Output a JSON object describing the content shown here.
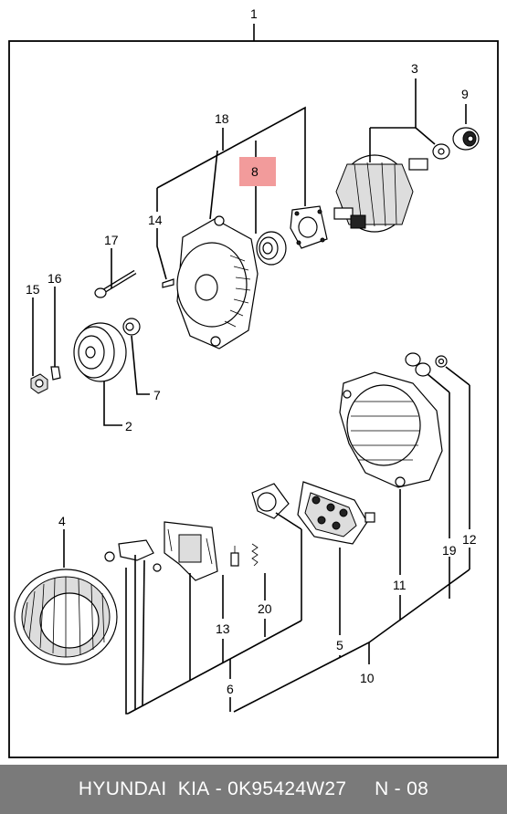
{
  "labels": {
    "l1": "1",
    "l2": "2",
    "l3": "3",
    "l4": "4",
    "l5": "5",
    "l6": "6",
    "l7": "7",
    "l8": "8",
    "l9": "9",
    "l10": "10",
    "l11": "11",
    "l12": "12",
    "l13": "13",
    "l14": "14",
    "l15": "15",
    "l16": "16",
    "l17": "17",
    "l18": "18",
    "l19": "19",
    "l20": "20"
  },
  "highlight_color": "#f29b9b",
  "footer": {
    "brand": "HYUNDAI  KIA",
    "part_number": "0K95424W27",
    "ref": "N - 08"
  }
}
